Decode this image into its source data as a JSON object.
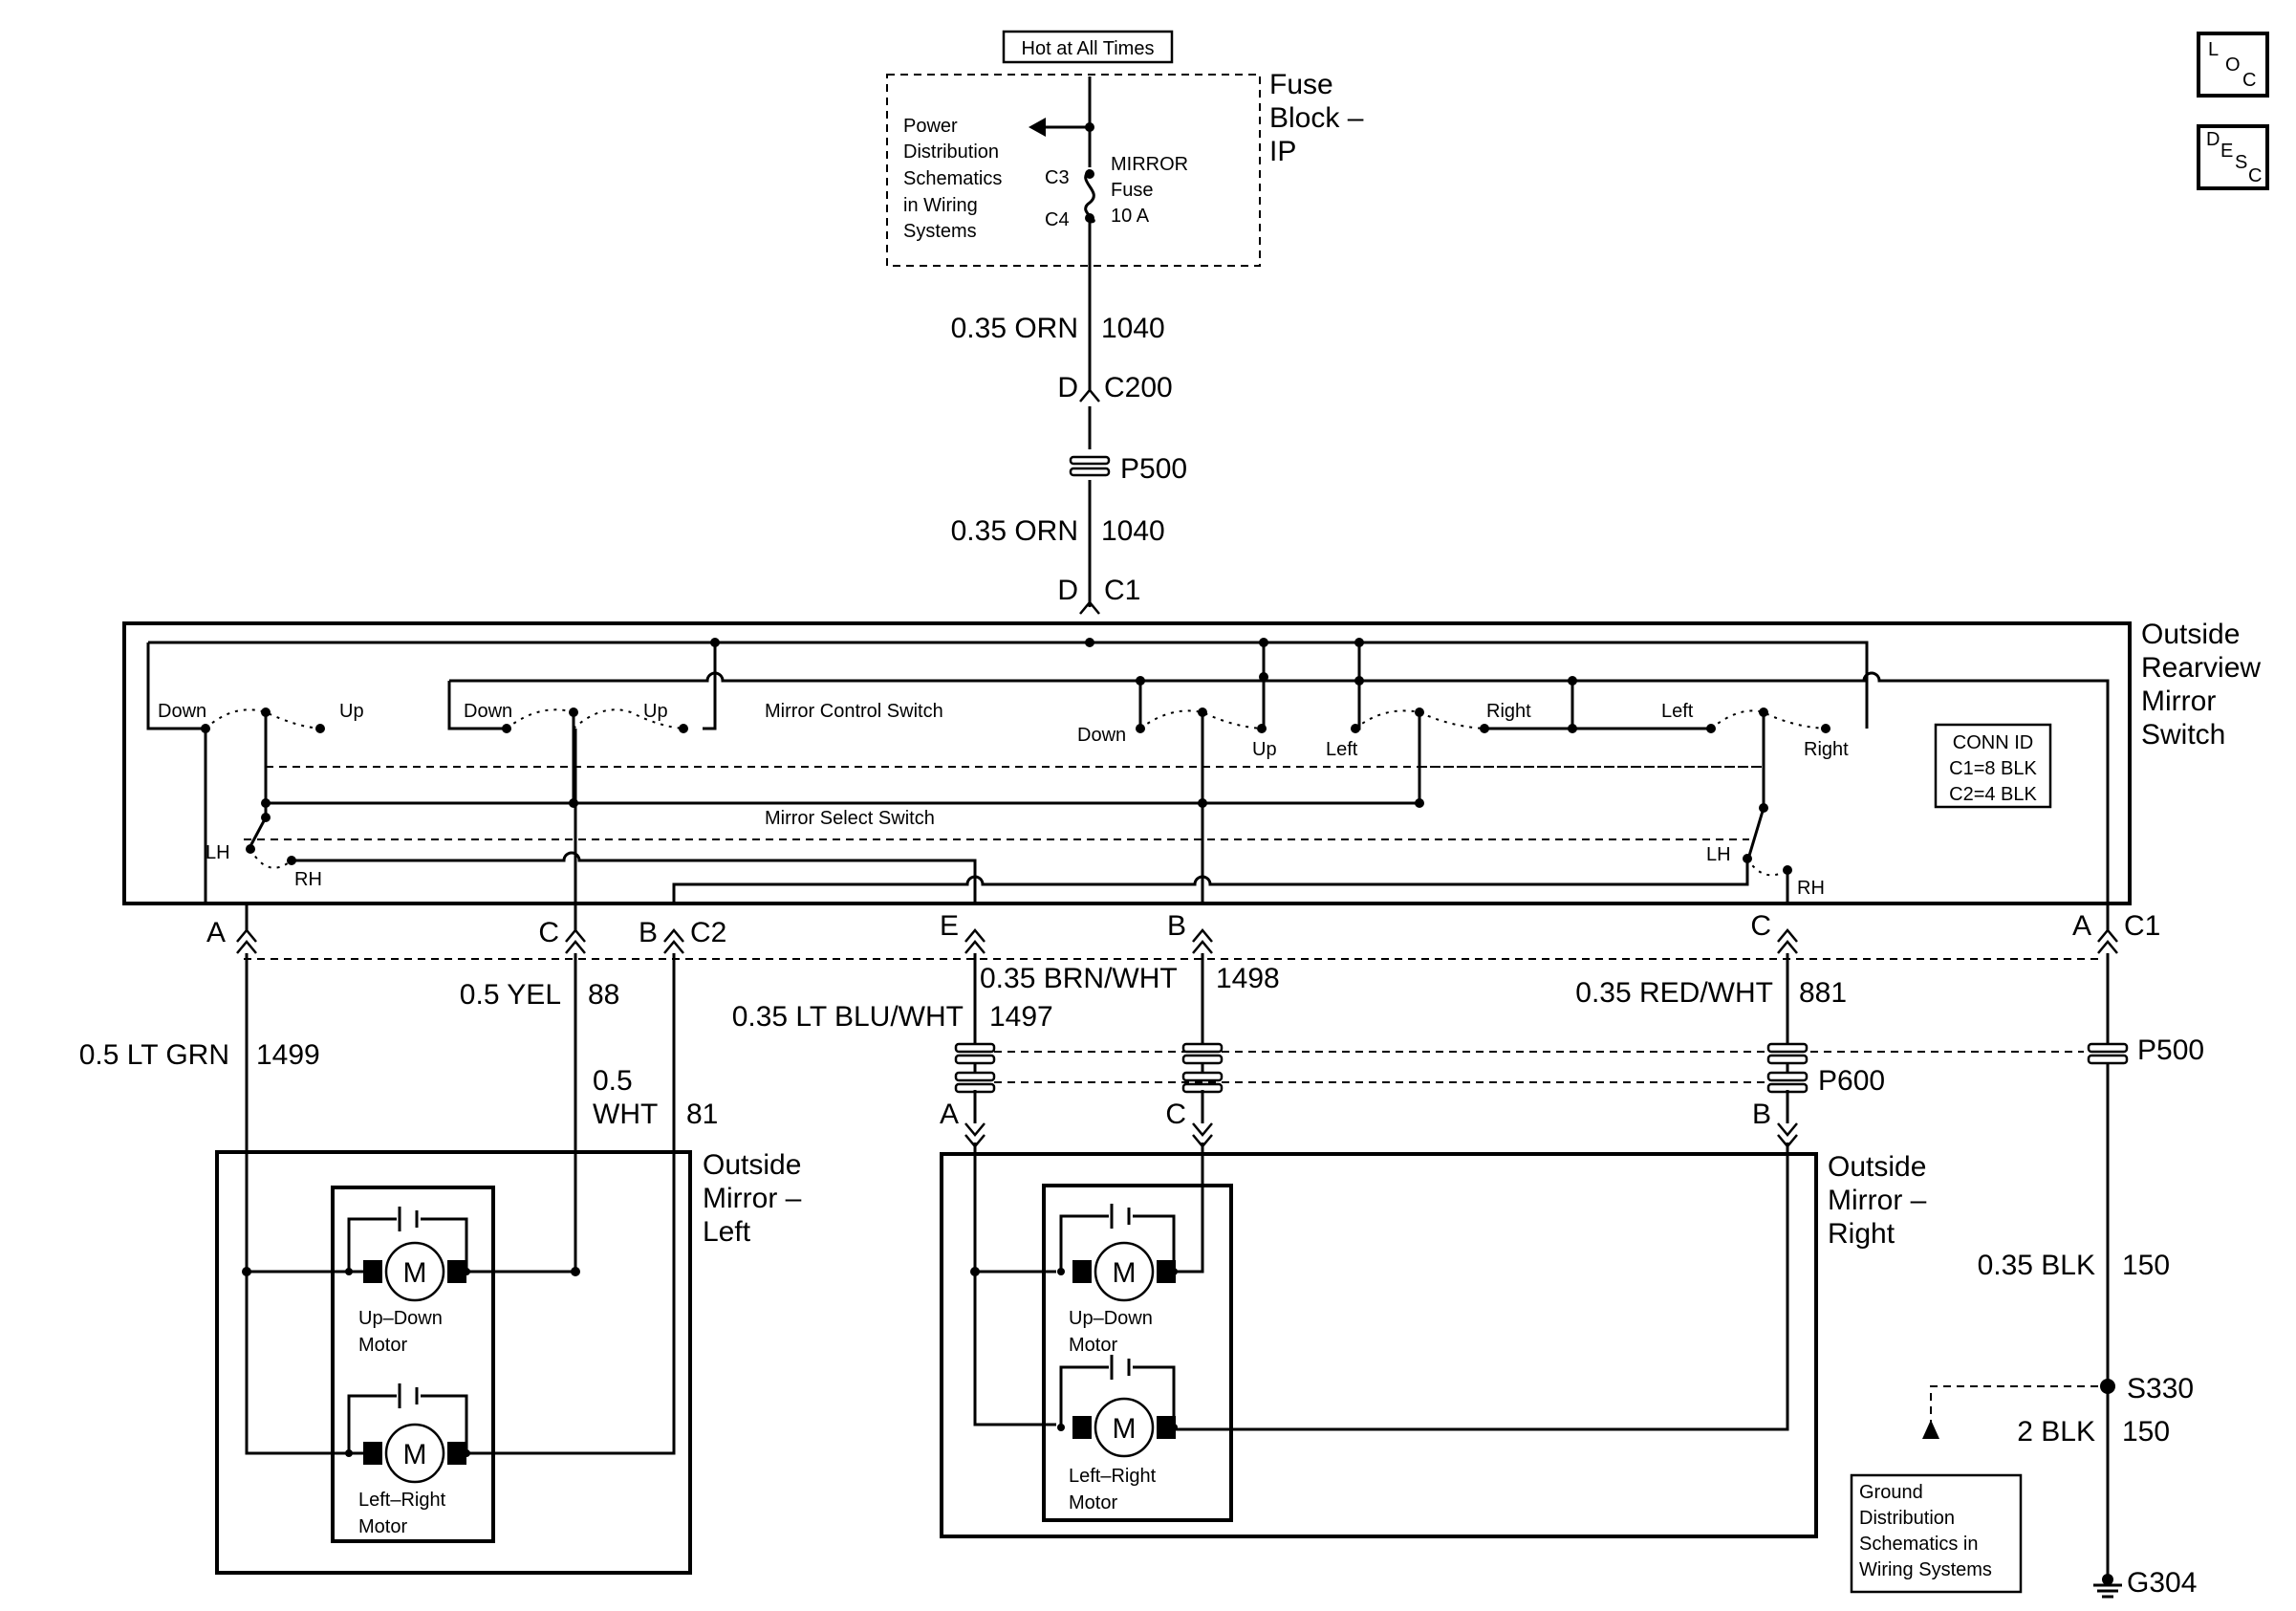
{
  "header": {
    "hot_label": "Hot at All Times"
  },
  "icons": {
    "loc": [
      "L",
      "O",
      "C"
    ],
    "desc": [
      "D",
      "E",
      "S",
      "C"
    ]
  },
  "fuse_block": {
    "title": [
      "Fuse",
      "Block –",
      "IP"
    ],
    "power_ref": [
      "Power",
      "Distribution",
      "Schematics",
      "in Wiring",
      "Systems"
    ],
    "fuse_label": [
      "MIRROR",
      "Fuse",
      "10 A"
    ],
    "c3": "C3",
    "c4": "C4"
  },
  "feed": {
    "wire1": "0.35 ORN",
    "circuit1": "1040",
    "c200_pin": "D",
    "c200": "C200",
    "p500": "P500",
    "wire2": "0.35 ORN",
    "circuit2": "1040",
    "c1_pin": "D",
    "c1": "C1"
  },
  "switch": {
    "title": [
      "Outside",
      "Rearview",
      "Mirror",
      "Switch"
    ],
    "control_label": "Mirror Control Switch",
    "select_label": "Mirror Select Switch",
    "down": "Down",
    "up": "Up",
    "left": "Left",
    "right": "Right",
    "lh": "LH",
    "rh": "RH",
    "conn_id": [
      "CONN ID",
      "C1=8 BLK",
      "C2=4 BLK"
    ]
  },
  "connectors": {
    "A": "A",
    "B": "B",
    "C": "C",
    "E": "E",
    "C1": "C1",
    "C2": "C2",
    "P500": "P500",
    "P600": "P600"
  },
  "wires": {
    "lt_grn": "0.5 LT GRN",
    "c1499": "1499",
    "yel": "0.5 YEL",
    "c88": "88",
    "wht": [
      "0.5",
      "WHT"
    ],
    "c81": "81",
    "lt_blu": "0.35 LT BLU/WHT",
    "c1497": "1497",
    "brn": "0.35 BRN/WHT",
    "c1498": "1498",
    "red": "0.35 RED/WHT",
    "c881": "881",
    "blk": "0.35 BLK",
    "c150a": "150",
    "blk2": "2 BLK",
    "c150b": "150"
  },
  "mirror_left": {
    "title": [
      "Outside",
      "Mirror –",
      "Left"
    ],
    "motor_symbol": "M",
    "updown": [
      "Up–Down",
      "Motor"
    ],
    "leftright": [
      "Left–Right",
      "Motor"
    ]
  },
  "mirror_right": {
    "title": [
      "Outside",
      "Mirror –",
      "Right"
    ],
    "motor_symbol": "M",
    "updown": [
      "Up–Down",
      "Motor"
    ],
    "leftright": [
      "Left–Right",
      "Motor"
    ]
  },
  "ground": {
    "s330": "S330",
    "g304": "G304",
    "ref": [
      "Ground",
      "Distribution",
      "Schematics in",
      "Wiring Systems"
    ]
  }
}
